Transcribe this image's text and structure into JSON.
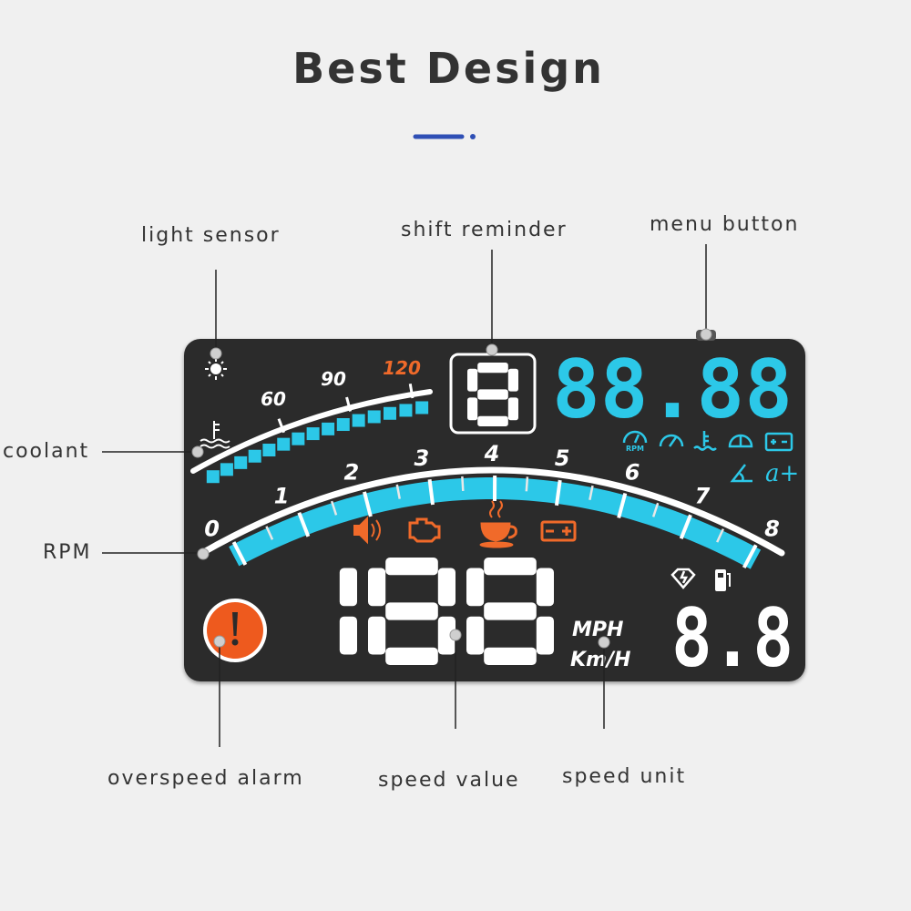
{
  "title": "Best Design",
  "accent_color": "#2f4fb5",
  "labels": {
    "light_sensor": "light sensor",
    "shift_reminder": "shift reminder",
    "menu_button": "menu button",
    "coolant": "coolant",
    "rpm": "RPM",
    "overspeed_alarm": "overspeed alarm",
    "speed_value": "speed value",
    "speed_unit": "speed unit"
  },
  "display": {
    "speed": "188",
    "gear": "8",
    "top_readout": "88.88",
    "bottom_readout": "8.8",
    "units": [
      "MPH",
      "Km/H"
    ],
    "rpm_scale": [
      "0",
      "1",
      "2",
      "3",
      "4",
      "5",
      "6",
      "7",
      "8"
    ],
    "coolant_scale": [
      "60",
      "90",
      "120"
    ],
    "colors": {
      "cyan": "#2cc8e8",
      "orange": "#f06a2a",
      "white": "#ffffff",
      "panel": "#2b2b2b"
    },
    "warning_icons": [
      "speaker-icon",
      "engine-icon",
      "coffee-icon",
      "battery-icon"
    ],
    "status_icons": [
      "rpm-icon",
      "speedometer-icon",
      "temperature-icon",
      "gauge-icon",
      "battery-icon",
      "angle-icon",
      "acceleration-icon",
      "fault-icon",
      "fuel-icon"
    ],
    "status_text": {
      "rpm_icon": "RPM",
      "accel": "a+"
    }
  }
}
